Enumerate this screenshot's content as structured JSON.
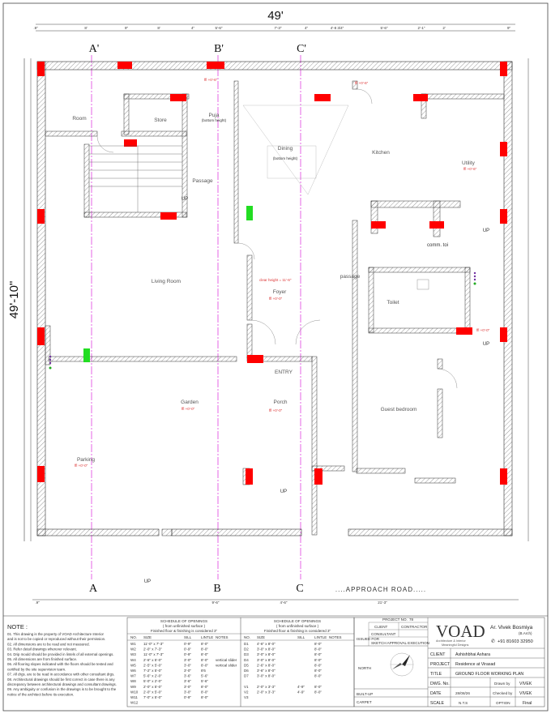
{
  "drawing": {
    "overall_width": "49'",
    "overall_depth": "49'-10\"",
    "road_label": "....APPROACH ROAD....."
  },
  "grid": {
    "top": [
      "A'",
      "B'",
      "C'"
    ],
    "bottom": [
      "A",
      "B",
      "C"
    ]
  },
  "top_dims": [
    ".9\"",
    "8'",
    "9\"",
    "8'",
    "4\"",
    "5'-6\"",
    "7'-3\"",
    "4\"",
    "4'-8 3/4\"",
    "5'-6\"",
    "2'-1\"",
    "2'",
    "9\""
  ],
  "bottom_dims": [
    ".9\"",
    "9'-6\"",
    "4'-6\"",
    "21'-3\""
  ],
  "rooms": {
    "room": "Room",
    "store": "Store",
    "puja": "Puja",
    "puja_note": "(bottom height)",
    "dining": "Dining",
    "dining_note": "(bottom height)",
    "kitchen": "Kitchen",
    "utility": "Utility",
    "passage": "Passage",
    "living": "Living Room",
    "foyer": "Foyer",
    "passage2": "passage",
    "comm_toilet": "comm. toi",
    "toilet": "Toilet",
    "garden": "Garden",
    "porch": "Porch",
    "entry": "ENTRY",
    "guest": "Guest bedroom",
    "parking": "Parking",
    "up1": "UP",
    "up2": "UP",
    "up3": "UP",
    "up4": "UP",
    "up5": "UP"
  },
  "notes_red": {
    "puja_ffl": "ffl +0'-6\"",
    "dining_ffl": "ffl +0'-6\"",
    "utility_ffl": "ffl +0'-6\"",
    "foyer_clear": "clear height = 11'-6\"",
    "foyer_ffl": "ffl +0'-0\"",
    "garden_ffl": "ffl +0'-0\"",
    "porch_ffl": "ffl +0'-0\"",
    "parking_ffl": "ffl +0'-0\"",
    "toilet_ffl": "ffl +0'-0\""
  },
  "notes": {
    "title": "NOTE :",
    "items": [
      "01.   This drawing is the property of VOAD Architecture  Interior",
      "        and is not to be copied or reproduced without their permission.",
      "02.   All dimensions are to be read and not measured.",
      "03.   Refer detail drawings wherever relevant.",
      "04.   Drip mould should be provided in lintels of all external openings.",
      "05.   All dimensions are from finished surface.",
      "06.   All flooring slopes indicated with the floors should be tested and",
      "        certified by the site supervision team.",
      "07.   All drgs. are to be read in accordance with other consultant drgs.",
      "08.   Architectural drawings should be first correct in case there is any",
      "        discrepancy between architectural drawings and consultant drawings.",
      "09.   Any ambiguity or confusion in the drawings is to be brought to the",
      "        notice of the architect before its execution."
    ]
  },
  "schedule_left": {
    "title": "SCHEDULE OF OPENINGS",
    "sub1": "( from unfinished surface )",
    "sub2": "Finished floor & finishing is considered 3\"",
    "headers": [
      "NO.",
      "SIZE",
      "SILL",
      "LINTLE",
      "NOTES"
    ],
    "rows": [
      [
        "W1",
        "11'-0\" x 7'-3\"",
        "0'-9\"",
        "8'-0\"",
        ""
      ],
      [
        "W2",
        "2'-0\" x 7'-3\"",
        "0'-9\"",
        "8'-0\"",
        ""
      ],
      [
        "W3",
        "11'-0\" x 7'-3\"",
        "0'-9\"",
        "8'-0\"",
        ""
      ],
      [
        "W4",
        "2'-6\" x 5'-0\"",
        "3'-0\"",
        "8'-0\"",
        "vertical slider"
      ],
      [
        "W5",
        "2'-5\" x 5'-0\"",
        "3'-0\"",
        "8'-0\"",
        "vertical slider"
      ],
      [
        "W6",
        "7'-2\" x 5'-0\"",
        "3'-0\"",
        "8'6",
        ""
      ],
      [
        "W7",
        "5'-6\" x 2'-0\"",
        "3'-6\"",
        "5'-6\"",
        ""
      ],
      [
        "W8",
        "5'-0\" x 2'-0\"",
        "3'-6\"",
        "5'-6\"",
        ""
      ],
      [
        "W9",
        "2'-0\" x 5'-0\"",
        "3'-0\"",
        "8'-0\"",
        ""
      ],
      [
        "W10",
        "2'-0\" x 5'-0\"",
        "3'-0\"",
        "8'-0\"",
        ""
      ],
      [
        "W11",
        "7'-0\" x 5'-0\"",
        "0'-9\"",
        "8'-0\"",
        ""
      ],
      [
        "W12",
        "",
        "",
        "",
        ""
      ]
    ]
  },
  "schedule_right": {
    "title": "SCHEDULE OF OPENINGS",
    "sub1": "( from unfinished surface )",
    "sub2": "Finished floor & finishing is considered 3\"",
    "headers": [
      "NO.",
      "SIZE",
      "SILL",
      "LINTLE",
      "NOTES"
    ],
    "rows": [
      [
        "D1",
        "4'-6\" x 8'-0\"",
        "",
        "8'-0\"",
        ""
      ],
      [
        "D2",
        "3'-0\" x 8'-0\"",
        "",
        "8'-0\"",
        ""
      ],
      [
        "D3",
        "3'-0\" x 8'-0\"",
        "",
        "8'-0\"",
        ""
      ],
      [
        "D4",
        "3'-0\" x 8'-0\"",
        "",
        "8'-0\"",
        ""
      ],
      [
        "D5",
        "2'-6\" x 8'-0\"",
        "",
        "8'-0\"",
        ""
      ],
      [
        "D6",
        "3'-6\" x 8'-0\"",
        "",
        "8'-0\"",
        ""
      ],
      [
        "D7",
        "3'-0\" x 8'-0\"",
        "",
        "8'-0\"",
        ""
      ],
      [
        "",
        "",
        "",
        "",
        ""
      ],
      [
        "V1",
        "2'-0\" x 3'-3\"",
        "4'-9\"",
        "8'-0\"",
        ""
      ],
      [
        "V2",
        "2'-0\" x 3'-3\"",
        "4'-9\"",
        "8'-0\"",
        ""
      ],
      [
        "V3",
        "",
        "",
        "",
        ""
      ]
    ]
  },
  "title_block": {
    "project_no_label": "PROJECT NO.",
    "project_no": "78",
    "client_label": "CLIENT",
    "contractor_label": "CONTRACTOR",
    "consultant_label": "CONSULTANT",
    "issued_for": "ISSUED FOR",
    "stages": "SKETCH  APPROVAL  EXECUTION",
    "north": "NORTH",
    "built_up": "BUILT-UP",
    "carpet": "CARPET",
    "logo": "VOAD",
    "logo_sub": "Architecture & Interior",
    "logo_tag": "Meaningful Designs",
    "architect": "Ar. Vivek Bosmiya",
    "architect_deg": "(B.Arch)",
    "phone": "+91 81603 32950",
    "client_k": "CLIENT",
    "client_v": "Ashishbhai Ashara",
    "project_k": "PROJECT",
    "project_v": "Residence at Virasad",
    "title_k": "TITLE",
    "title_v": "GROUND FLOOR WORKING PLAN",
    "dwg_k": "DWG. No.",
    "drawn_k": "Drawn by",
    "drawn_v": "VIVEK",
    "date_k": "DATE",
    "date_v": "28/08/26",
    "checked_k": "Checked by",
    "checked_v": "VIVEK",
    "scale_k": "SCALE",
    "scale_v": "N.T.S",
    "option_k": "OPTION",
    "option_v": "Final"
  },
  "colors": {
    "wall_red": "#ff0000",
    "green": "#22dd22",
    "grid_magenta": "#e040e0",
    "line": "#333333",
    "note_red": "#e03030"
  }
}
